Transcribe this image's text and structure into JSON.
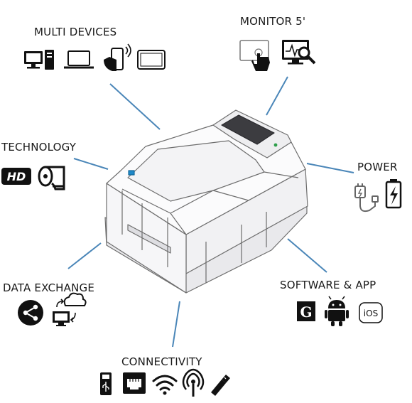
{
  "features": {
    "multi_devices": {
      "label": "MULTI DEVICES",
      "icons": [
        "desktop-icon",
        "laptop-icon",
        "smartphone-hand-icon",
        "tablet-icon"
      ]
    },
    "monitor": {
      "label": "MONITOR 5'",
      "icons": [
        "touchscreen-icon",
        "monitor-search-icon"
      ]
    },
    "technology": {
      "label": "TECHNOLOGY",
      "icons": [
        "hd-icon",
        "ribbon-roll-icon"
      ]
    },
    "power": {
      "label": "POWER",
      "icons": [
        "power-adapter-icon",
        "battery-charging-icon"
      ]
    },
    "data_exchange": {
      "label": "DATA EXCHANGE",
      "icons": [
        "share-icon",
        "cloud-sync-icon"
      ]
    },
    "software_app": {
      "label": "SOFTWARE & APP",
      "icons": [
        "g-logo-icon",
        "android-icon",
        "ios-icon"
      ],
      "ios_text": "iOS",
      "g_text": "G"
    },
    "connectivity": {
      "label": "CONNECTIVITY",
      "icons": [
        "usb-icon",
        "ethernet-icon",
        "wifi-icon",
        "bluetooth-icon",
        "usb-stick-icon"
      ]
    }
  },
  "device": {
    "name": "card-printer",
    "led_color": "#2e9e4a",
    "button_color": "#1e88c8"
  },
  "colors": {
    "connector": "#4a86b8",
    "icon": "#111111"
  },
  "hd_text": "HD"
}
